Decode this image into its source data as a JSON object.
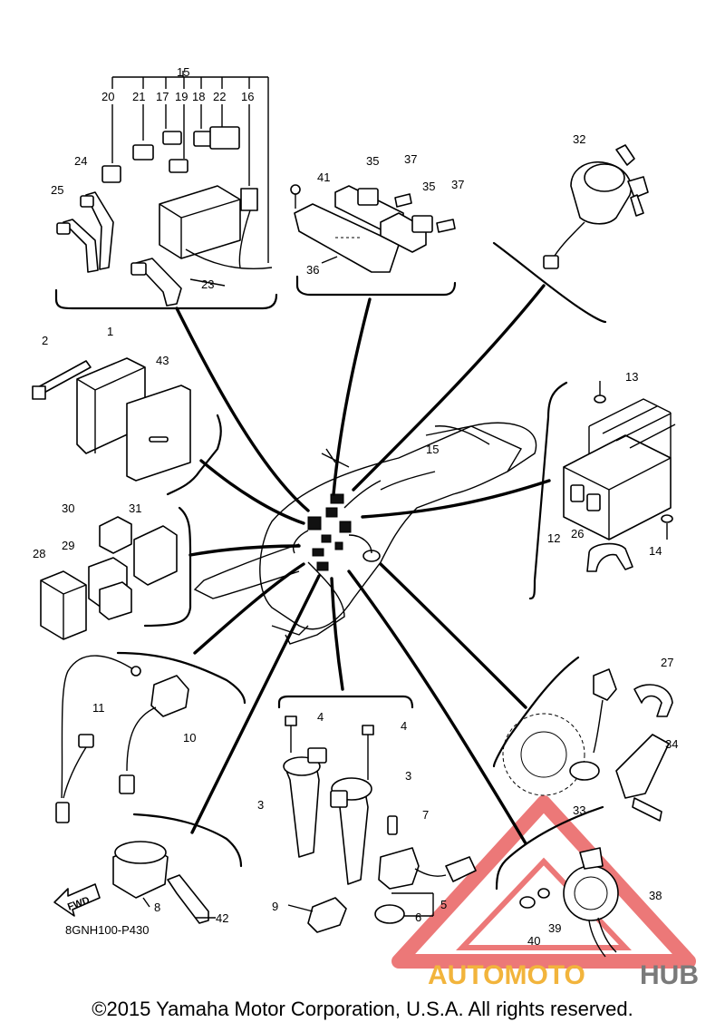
{
  "diagram": {
    "code": "8GNH100-P430",
    "fwd": "FWD",
    "copyright": "©2015 Yamaha Motor Corporation, U.S.A. All rights reserved.",
    "watermark": {
      "part1": "AUTOMOTO",
      "part2": "HUB",
      "color1": "#f2b43c",
      "color2": "#7a7a7a",
      "triangle": "#e64b4b"
    },
    "labels": {
      "l1": "1",
      "l2": "2",
      "l3a": "3",
      "l3b": "3",
      "l4a": "4",
      "l4b": "4",
      "l5": "5",
      "l6": "6",
      "l7": "7",
      "l8": "8",
      "l9": "9",
      "l10": "10",
      "l11": "11",
      "l12": "12",
      "l13": "13",
      "l14": "14",
      "l15a": "15",
      "l15b": "15",
      "l16": "16",
      "l17": "17",
      "l18": "18",
      "l19": "19",
      "l20": "20",
      "l21": "21",
      "l22": "22",
      "l23": "23",
      "l24": "24",
      "l25": "25",
      "l26": "26",
      "l27": "27",
      "l28": "28",
      "l29": "29",
      "l30": "30",
      "l31": "31",
      "l32": "32",
      "l33": "33",
      "l34": "34",
      "l35a": "35",
      "l35b": "35",
      "l36": "36",
      "l37a": "37",
      "l37b": "37",
      "l38": "38",
      "l39": "39",
      "l40": "40",
      "l41": "41",
      "l42": "42",
      "l43": "43"
    }
  }
}
